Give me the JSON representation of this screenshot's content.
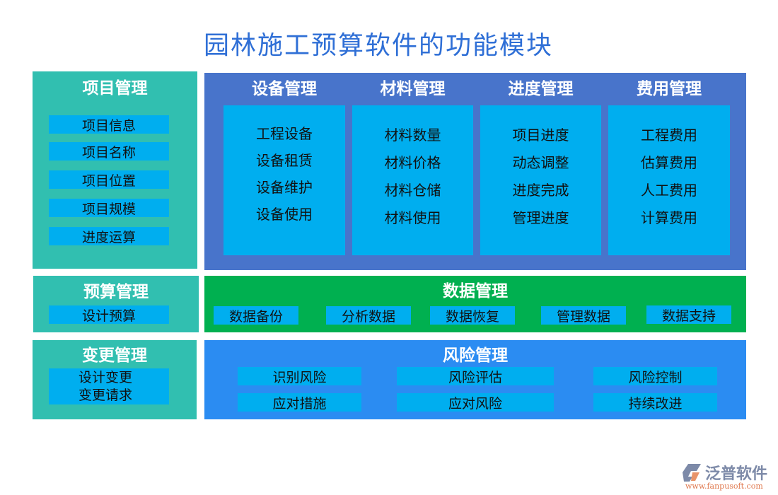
{
  "title": "园林施工预算软件的功能模块",
  "project": {
    "title": "项目管理",
    "items": [
      "项目信息",
      "项目名称",
      "项目位置",
      "项目规模",
      "进度运算"
    ]
  },
  "budget": {
    "title": "预算管理",
    "items": [
      "设计预算"
    ]
  },
  "change": {
    "title": "变更管理",
    "items": [
      "设计变更",
      "变更请求"
    ]
  },
  "modules": [
    {
      "title": "设备管理",
      "items": [
        "工程设备",
        "设备租赁",
        "设备维护",
        "设备使用"
      ]
    },
    {
      "title": "材料管理",
      "items": [
        "材料数量",
        "材料价格",
        "材料仓储",
        "材料使用"
      ]
    },
    {
      "title": "进度管理",
      "items": [
        "项目进度",
        "动态调整",
        "进度完成",
        "管理进度"
      ]
    },
    {
      "title": "费用管理",
      "items": [
        "工程费用",
        "估算费用",
        "人工费用",
        "计算费用"
      ]
    }
  ],
  "data_mgmt": {
    "title": "数据管理",
    "items": [
      "数据备份",
      "分析数据",
      "数据恢复",
      "管理数据",
      "数据支持"
    ]
  },
  "risk": {
    "title": "风险管理",
    "items": [
      "识别风险",
      "风险评估",
      "风险控制",
      "应对措施",
      "应对风险",
      "持续改进"
    ]
  },
  "logo": {
    "name": "泛普软件",
    "url": "www.fanpusoft.com"
  },
  "colors": {
    "teal": "#31BFB0",
    "panel": "#4874CB",
    "cyan": "#00AEEF",
    "green": "#00B050",
    "risk": "#2B8CF2",
    "title": "#2F6FD6"
  }
}
